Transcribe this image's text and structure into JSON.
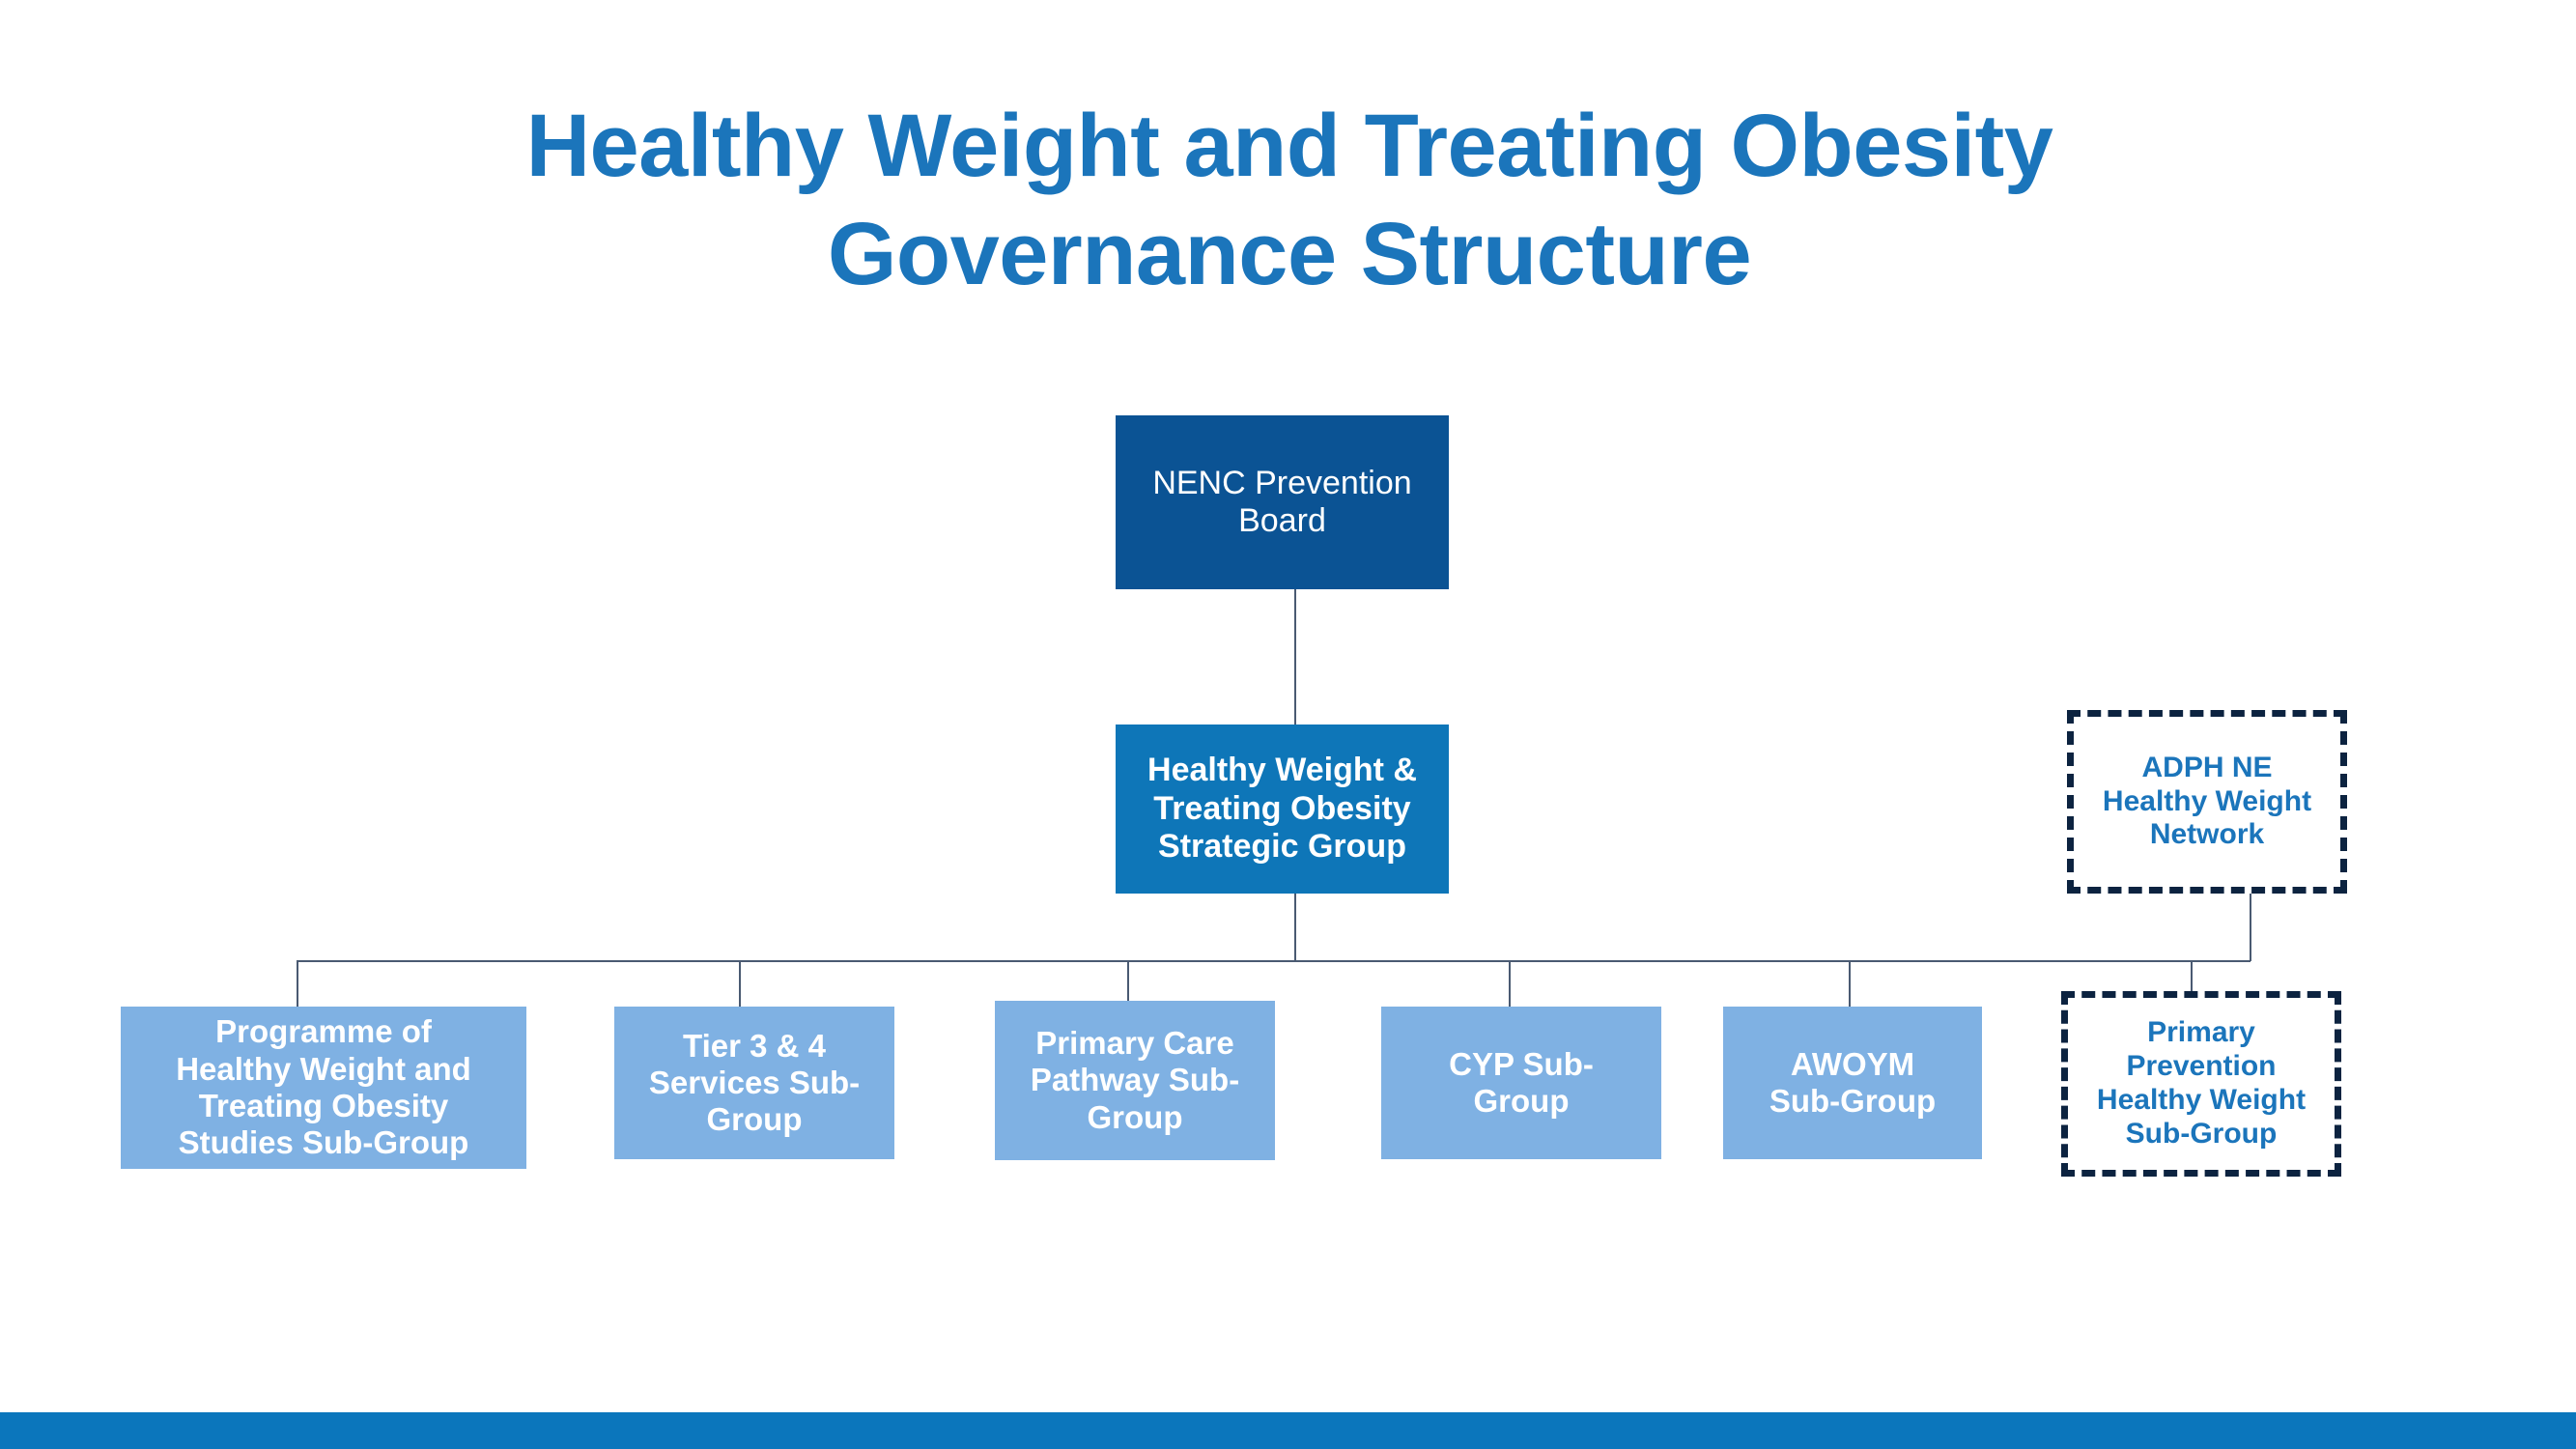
{
  "slide": {
    "title": "Healthy Weight and Treating Obesity Governance Structure",
    "title_line_1": "Healthy Weight and Treating Obesity",
    "title_line_2": "Governance Structure",
    "background_color": "#ffffff",
    "title_color": "#1b75bb",
    "footer_bar_color": "#0b76bc"
  },
  "colors": {
    "board_fill": "#0b5394",
    "strategic_fill": "#0e76b8",
    "subgroup_fill": "#7fb1e3",
    "dashed_border": "#0c2340",
    "dashed_text": "#1b75bb",
    "connector": "#4a5a72",
    "box_text_light": "#ffffff"
  },
  "chart_data": {
    "type": "diagram",
    "diagram_type": "organisational-hierarchy",
    "title": "Healthy Weight and Treating Obesity Governance Structure",
    "levels": [
      {
        "level": 1,
        "nodes": [
          "NENC Prevention Board"
        ]
      },
      {
        "level": 2,
        "nodes": [
          "Healthy Weight & Treating Obesity Strategic Group",
          "ADPH NE Healthy Weight Network"
        ]
      },
      {
        "level": 3,
        "nodes": [
          "Programme of Healthy Weight and Treating Obesity Studies Sub-Group",
          "Tier 3 & 4 Services Sub-Group",
          "Primary Care Pathway Sub-Group",
          "CYP Sub-Group",
          "AWOYM Sub-Group",
          "Primary Prevention Healthy Weight Sub-Group"
        ]
      }
    ],
    "edges": [
      {
        "from": "NENC Prevention Board",
        "to": "Healthy Weight & Treating Obesity Strategic Group"
      },
      {
        "from": "Healthy Weight & Treating Obesity Strategic Group",
        "to": "Programme of Healthy Weight and Treating Obesity Studies Sub-Group"
      },
      {
        "from": "Healthy Weight & Treating Obesity Strategic Group",
        "to": "Tier 3 & 4 Services Sub-Group"
      },
      {
        "from": "Healthy Weight & Treating Obesity Strategic Group",
        "to": "Primary Care Pathway Sub-Group"
      },
      {
        "from": "Healthy Weight & Treating Obesity Strategic Group",
        "to": "CYP Sub-Group"
      },
      {
        "from": "Healthy Weight & Treating Obesity Strategic Group",
        "to": "AWOYM Sub-Group"
      },
      {
        "from": "Healthy Weight & Treating Obesity Strategic Group",
        "to": "Primary Prevention Healthy Weight Sub-Group"
      },
      {
        "from": "ADPH NE Healthy Weight Network",
        "to": "Primary Prevention Healthy Weight Sub-Group"
      }
    ]
  },
  "nodes": {
    "board": {
      "line_1": "NENC Prevention",
      "line_2": "Board"
    },
    "strategic": {
      "line_1": "Healthy Weight &",
      "line_2": "Treating Obesity",
      "line_3": "Strategic Group"
    },
    "network": {
      "line_1": "ADPH NE",
      "line_2": "Healthy Weight",
      "line_3": "Network"
    },
    "subgroups": [
      {
        "key": "programme-studies",
        "line_1": "Programme of",
        "line_2": "Healthy Weight and",
        "line_3": "Treating Obesity",
        "line_4": "Studies Sub-Group"
      },
      {
        "key": "tier-3-4-services",
        "line_1": "Tier 3 & 4",
        "line_2": "Services Sub-",
        "line_3": "Group",
        "line_4": ""
      },
      {
        "key": "primary-care-pathway",
        "line_1": "Primary Care",
        "line_2": "Pathway Sub-",
        "line_3": "Group",
        "line_4": ""
      },
      {
        "key": "cyp",
        "line_1": "CYP Sub-",
        "line_2": "Group",
        "line_3": "",
        "line_4": ""
      },
      {
        "key": "awoym",
        "line_1": "AWOYM",
        "line_2": "Sub-Group",
        "line_3": "",
        "line_4": ""
      },
      {
        "key": "primary-prevention",
        "line_1": "Primary",
        "line_2": "Prevention",
        "line_3": "Healthy Weight",
        "line_4": "Sub-Group"
      }
    ]
  }
}
